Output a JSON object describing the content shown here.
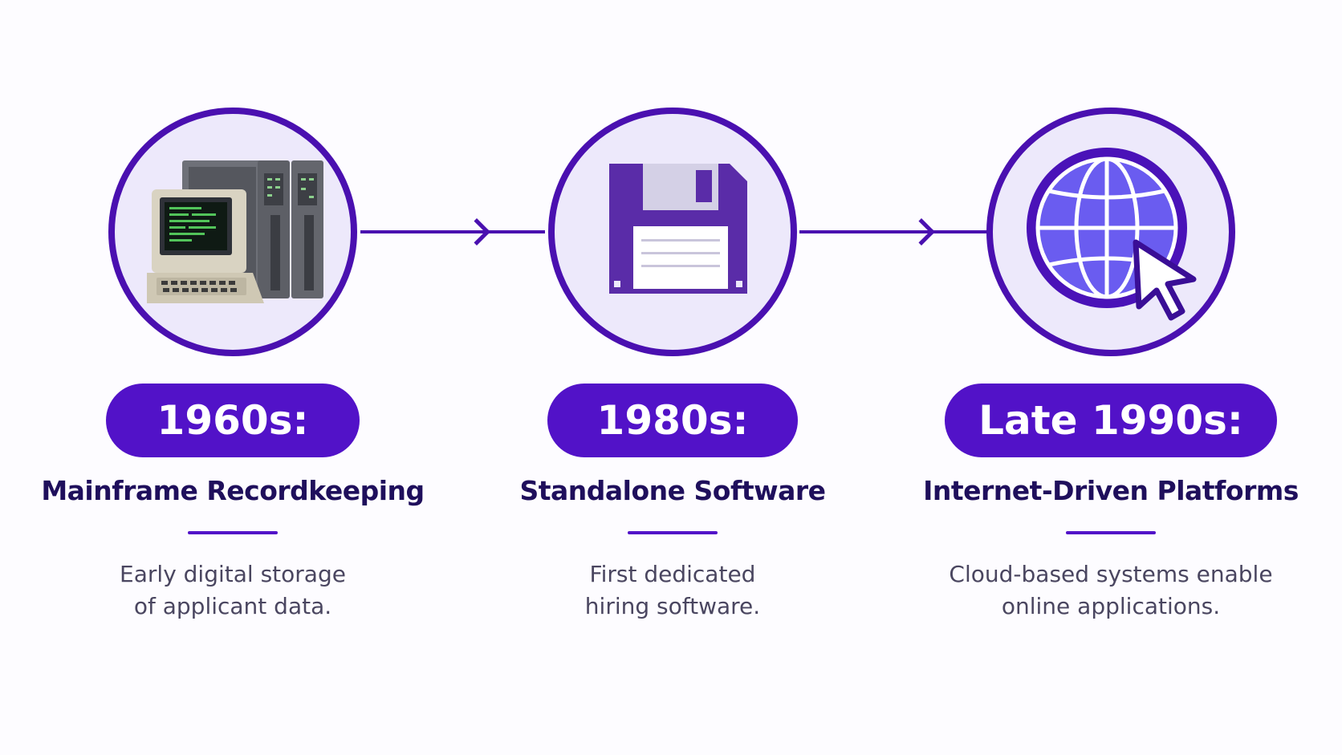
{
  "colors": {
    "accent": "#5212c8",
    "line": "#4a10b0",
    "circle_fill": "#ede9fb",
    "heading": "#1f0f5c",
    "body_text": "#4a4660"
  },
  "timeline": [
    {
      "icon": "mainframe-computer-icon",
      "period": "1960s:",
      "title": "Mainframe Recordkeeping",
      "description_lines": [
        "Early digital storage",
        "of applicant data."
      ]
    },
    {
      "icon": "floppy-disk-icon",
      "period": "1980s:",
      "title": "Standalone Software",
      "description_lines": [
        "First dedicated",
        "hiring software."
      ]
    },
    {
      "icon": "globe-cursor-icon",
      "period": "Late 1990s:",
      "title": "Internet-Driven Platforms",
      "description_lines": [
        "Cloud-based systems enable",
        "online applications."
      ]
    }
  ]
}
